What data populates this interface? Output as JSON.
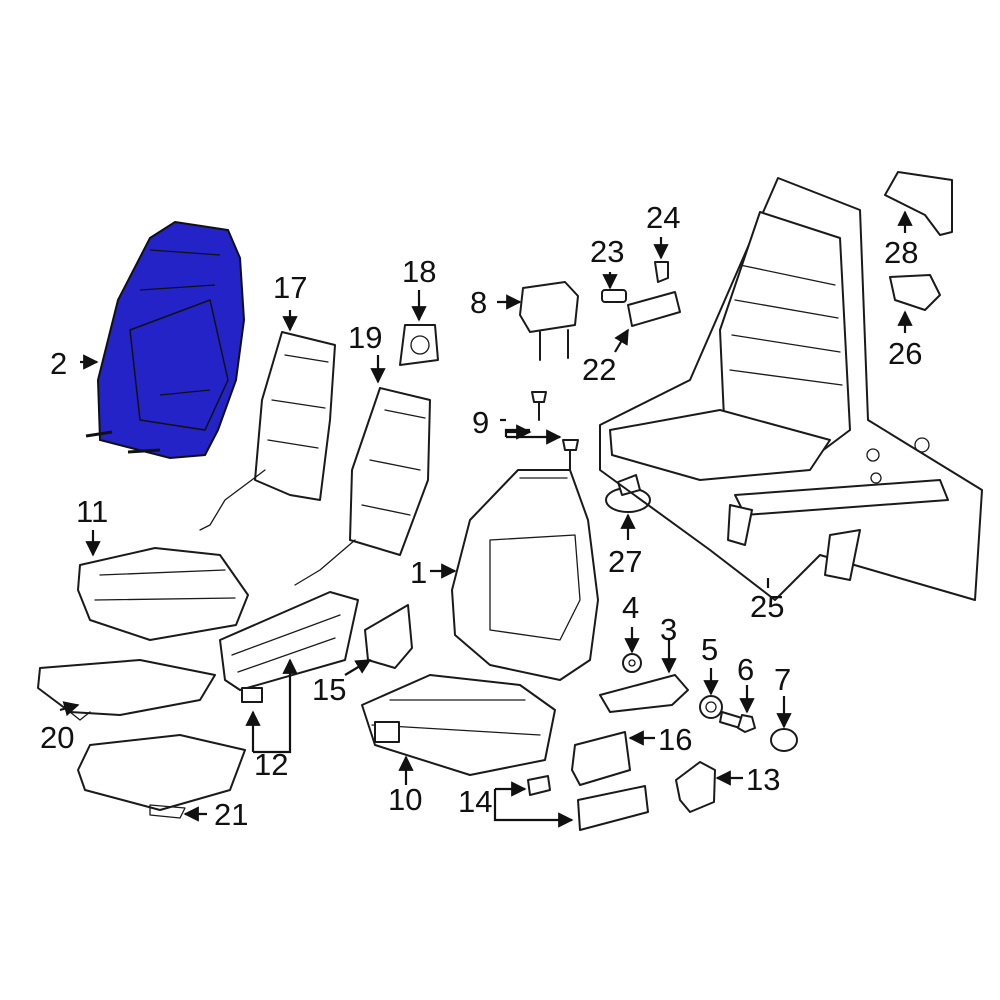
{
  "highlight_color": "#2323c8",
  "labels": {
    "l1": "1",
    "l2": "2",
    "l3": "3",
    "l4": "4",
    "l5": "5",
    "l6": "6",
    "l7": "7",
    "l8": "8",
    "l9": "9",
    "l10": "10",
    "l11": "11",
    "l12": "12",
    "l13": "13",
    "l14": "14",
    "l15": "15",
    "l16": "16",
    "l17": "17",
    "l18": "18",
    "l19": "19",
    "l20": "20",
    "l21": "21",
    "l22": "22",
    "l23": "23",
    "l24": "24",
    "l25": "25",
    "l26": "26",
    "l27": "27",
    "l28": "28"
  }
}
